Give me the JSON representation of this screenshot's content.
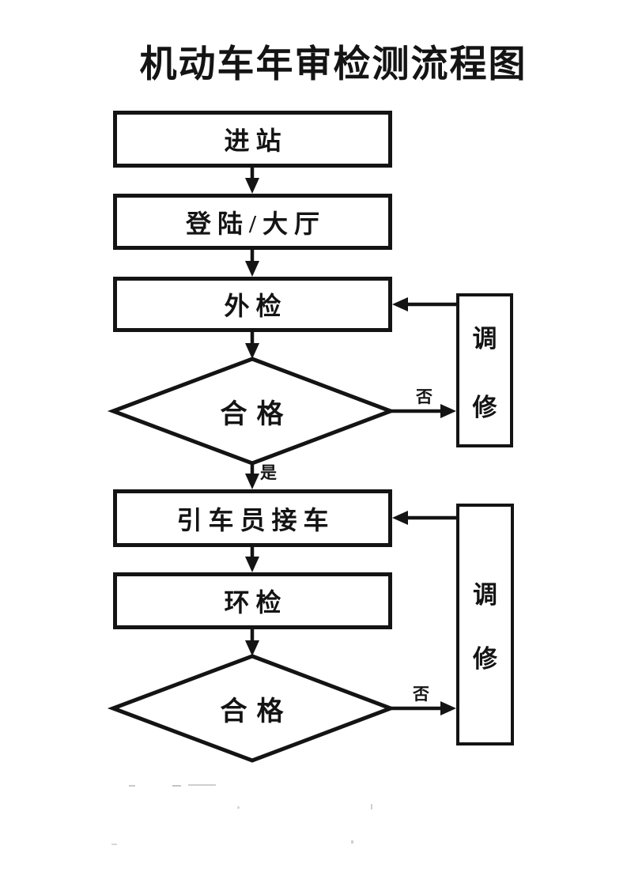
{
  "title": "机动车年审检测流程图",
  "colors": {
    "line": "#141414",
    "background": "#ffffff"
  },
  "nodes": {
    "enter_station": {
      "label": "进站",
      "type": "process"
    },
    "login_hall": {
      "label": "登陆/大厅",
      "type": "process"
    },
    "external_inspection": {
      "label": "外检",
      "type": "process"
    },
    "qualified_1": {
      "label": "合格",
      "type": "decision"
    },
    "driver_pickup": {
      "label": "引车员接车",
      "type": "process"
    },
    "environmental_inspection": {
      "label": "环检",
      "type": "process"
    },
    "qualified_2": {
      "label": "合格",
      "type": "decision"
    },
    "repair_1": {
      "label": "调修",
      "chars": [
        "调",
        "修"
      ],
      "type": "process"
    },
    "repair_2": {
      "label": "调修",
      "chars": [
        "调",
        "修"
      ],
      "type": "process"
    }
  },
  "edge_labels": {
    "yes": "是",
    "no": "否"
  },
  "edges": [
    {
      "from": "enter_station",
      "to": "login_hall",
      "label": ""
    },
    {
      "from": "login_hall",
      "to": "external_inspection",
      "label": ""
    },
    {
      "from": "external_inspection",
      "to": "qualified_1",
      "label": ""
    },
    {
      "from": "qualified_1",
      "to": "driver_pickup",
      "label": "是"
    },
    {
      "from": "qualified_1",
      "to": "repair_1",
      "label": "否"
    },
    {
      "from": "repair_1",
      "to": "external_inspection",
      "label": ""
    },
    {
      "from": "driver_pickup",
      "to": "environmental_inspection",
      "label": ""
    },
    {
      "from": "environmental_inspection",
      "to": "qualified_2",
      "label": ""
    },
    {
      "from": "qualified_2",
      "to": "repair_2",
      "label": "否"
    },
    {
      "from": "repair_2",
      "to": "driver_pickup",
      "label": ""
    }
  ]
}
